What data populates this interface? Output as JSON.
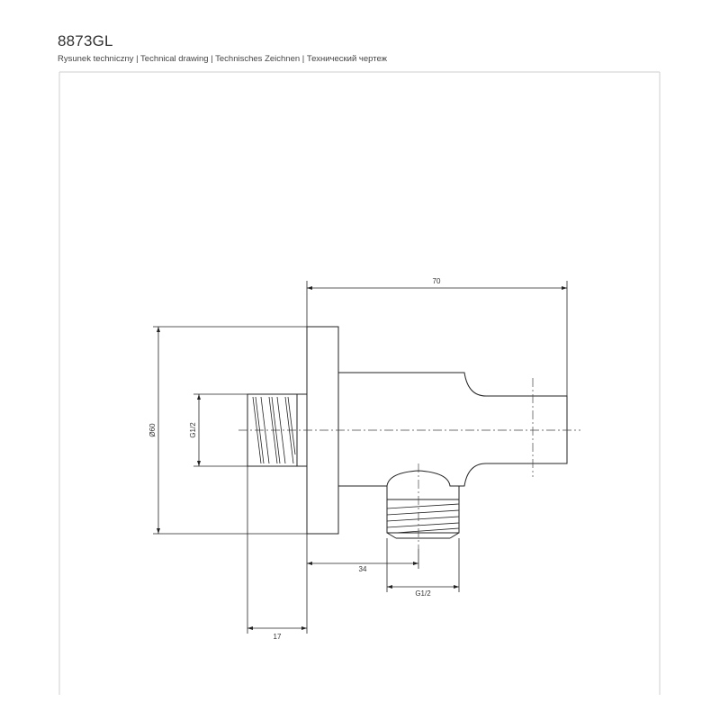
{
  "header": {
    "model": "8873GL",
    "subtitle": "Rysunek techniczny | Technical drawing | Technisches Zeichnen | Технический чертеж"
  },
  "dimensions": {
    "length": "70",
    "diameter": "Ø60",
    "thread_back": "G1/2",
    "outlet_offset": "34",
    "thread_outlet": "G1/2",
    "thread_depth": "17"
  }
}
